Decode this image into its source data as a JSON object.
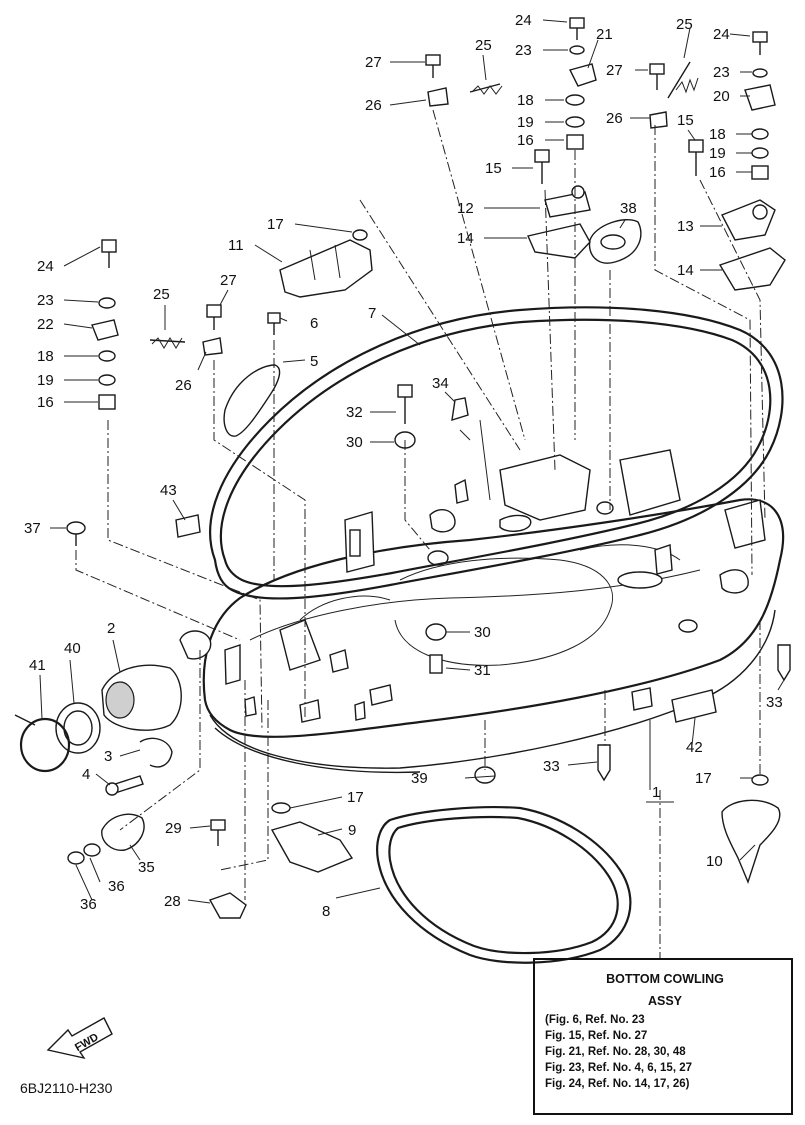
{
  "callouts": {
    "c1": "1",
    "c2": "2",
    "c3": "3",
    "c4": "4",
    "c5": "5",
    "c6": "6",
    "c7": "7",
    "c8": "8",
    "c9": "9",
    "c10": "10",
    "c11": "11",
    "c12": "12",
    "c13": "13",
    "c14a": "14",
    "c14b": "14",
    "c15a": "15",
    "c15b": "15",
    "c16a": "16",
    "c16b": "16",
    "c16c": "16",
    "c17a": "17",
    "c17b": "17",
    "c17c": "17",
    "c18a": "18",
    "c18b": "18",
    "c18c": "18",
    "c19a": "19",
    "c19b": "19",
    "c19c": "19",
    "c20": "20",
    "c21": "21",
    "c22": "22",
    "c23a": "23",
    "c23b": "23",
    "c23c": "23",
    "c24a": "24",
    "c24b": "24",
    "c24c": "24",
    "c25a": "25",
    "c25b": "25",
    "c25c": "25",
    "c26a": "26",
    "c26b": "26",
    "c26c": "26",
    "c27a": "27",
    "c27b": "27",
    "c27c": "27",
    "c28": "28",
    "c29": "29",
    "c30a": "30",
    "c30b": "30",
    "c31": "31",
    "c32": "32",
    "c33a": "33",
    "c33b": "33",
    "c34": "34",
    "c35": "35",
    "c36a": "36",
    "c36b": "36",
    "c37": "37",
    "c38": "38",
    "c39": "39",
    "c40": "40",
    "c41": "41",
    "c42": "42",
    "c43": "43"
  },
  "info_box": {
    "title_line1": "BOTTOM COWLING",
    "title_line2": "ASSY",
    "refs": [
      "(Fig. 6, Ref. No. 23",
      " Fig. 15, Ref. No. 27",
      " Fig. 21, Ref. No. 28, 30, 48",
      " Fig. 23, Ref. No. 4, 6, 15, 27",
      " Fig. 24, Ref. No. 14, 17, 26)"
    ]
  },
  "fwd_label": "FWD",
  "doc_code": "6BJ2110-H230"
}
